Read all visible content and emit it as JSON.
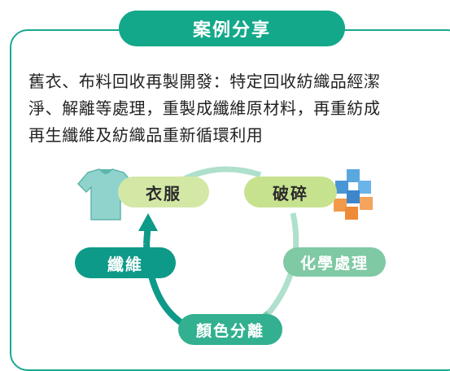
{
  "card": {
    "title": "案例分享",
    "description": "舊衣、布料回收再製開發：特定回收紡織品經潔淨、解離等處理，重製成纖維原材料，再重紡成再生纖維及紡織品重新循環利用",
    "description_lines": [
      "舊衣、布料回收再製開發：特定回收紡織品經潔",
      "淨、解離等處理，重製成纖維原材料，再重紡成",
      "再生纖維及紡織品重新循環利用"
    ]
  },
  "cycle": {
    "steps": {
      "clothes": "衣服",
      "crush": "破碎",
      "chemical": "化學處理",
      "color_separation": "顏色分離",
      "fiber": "纖維"
    },
    "icons": [
      "tshirt-icon",
      "cubes-icon"
    ]
  },
  "colors": {
    "dark_green": "#14a88a",
    "light_green": "#d4e8a6",
    "mid_green": "#7fc9a4",
    "teal": "#0e9a88",
    "arc": "#aee0cc"
  }
}
